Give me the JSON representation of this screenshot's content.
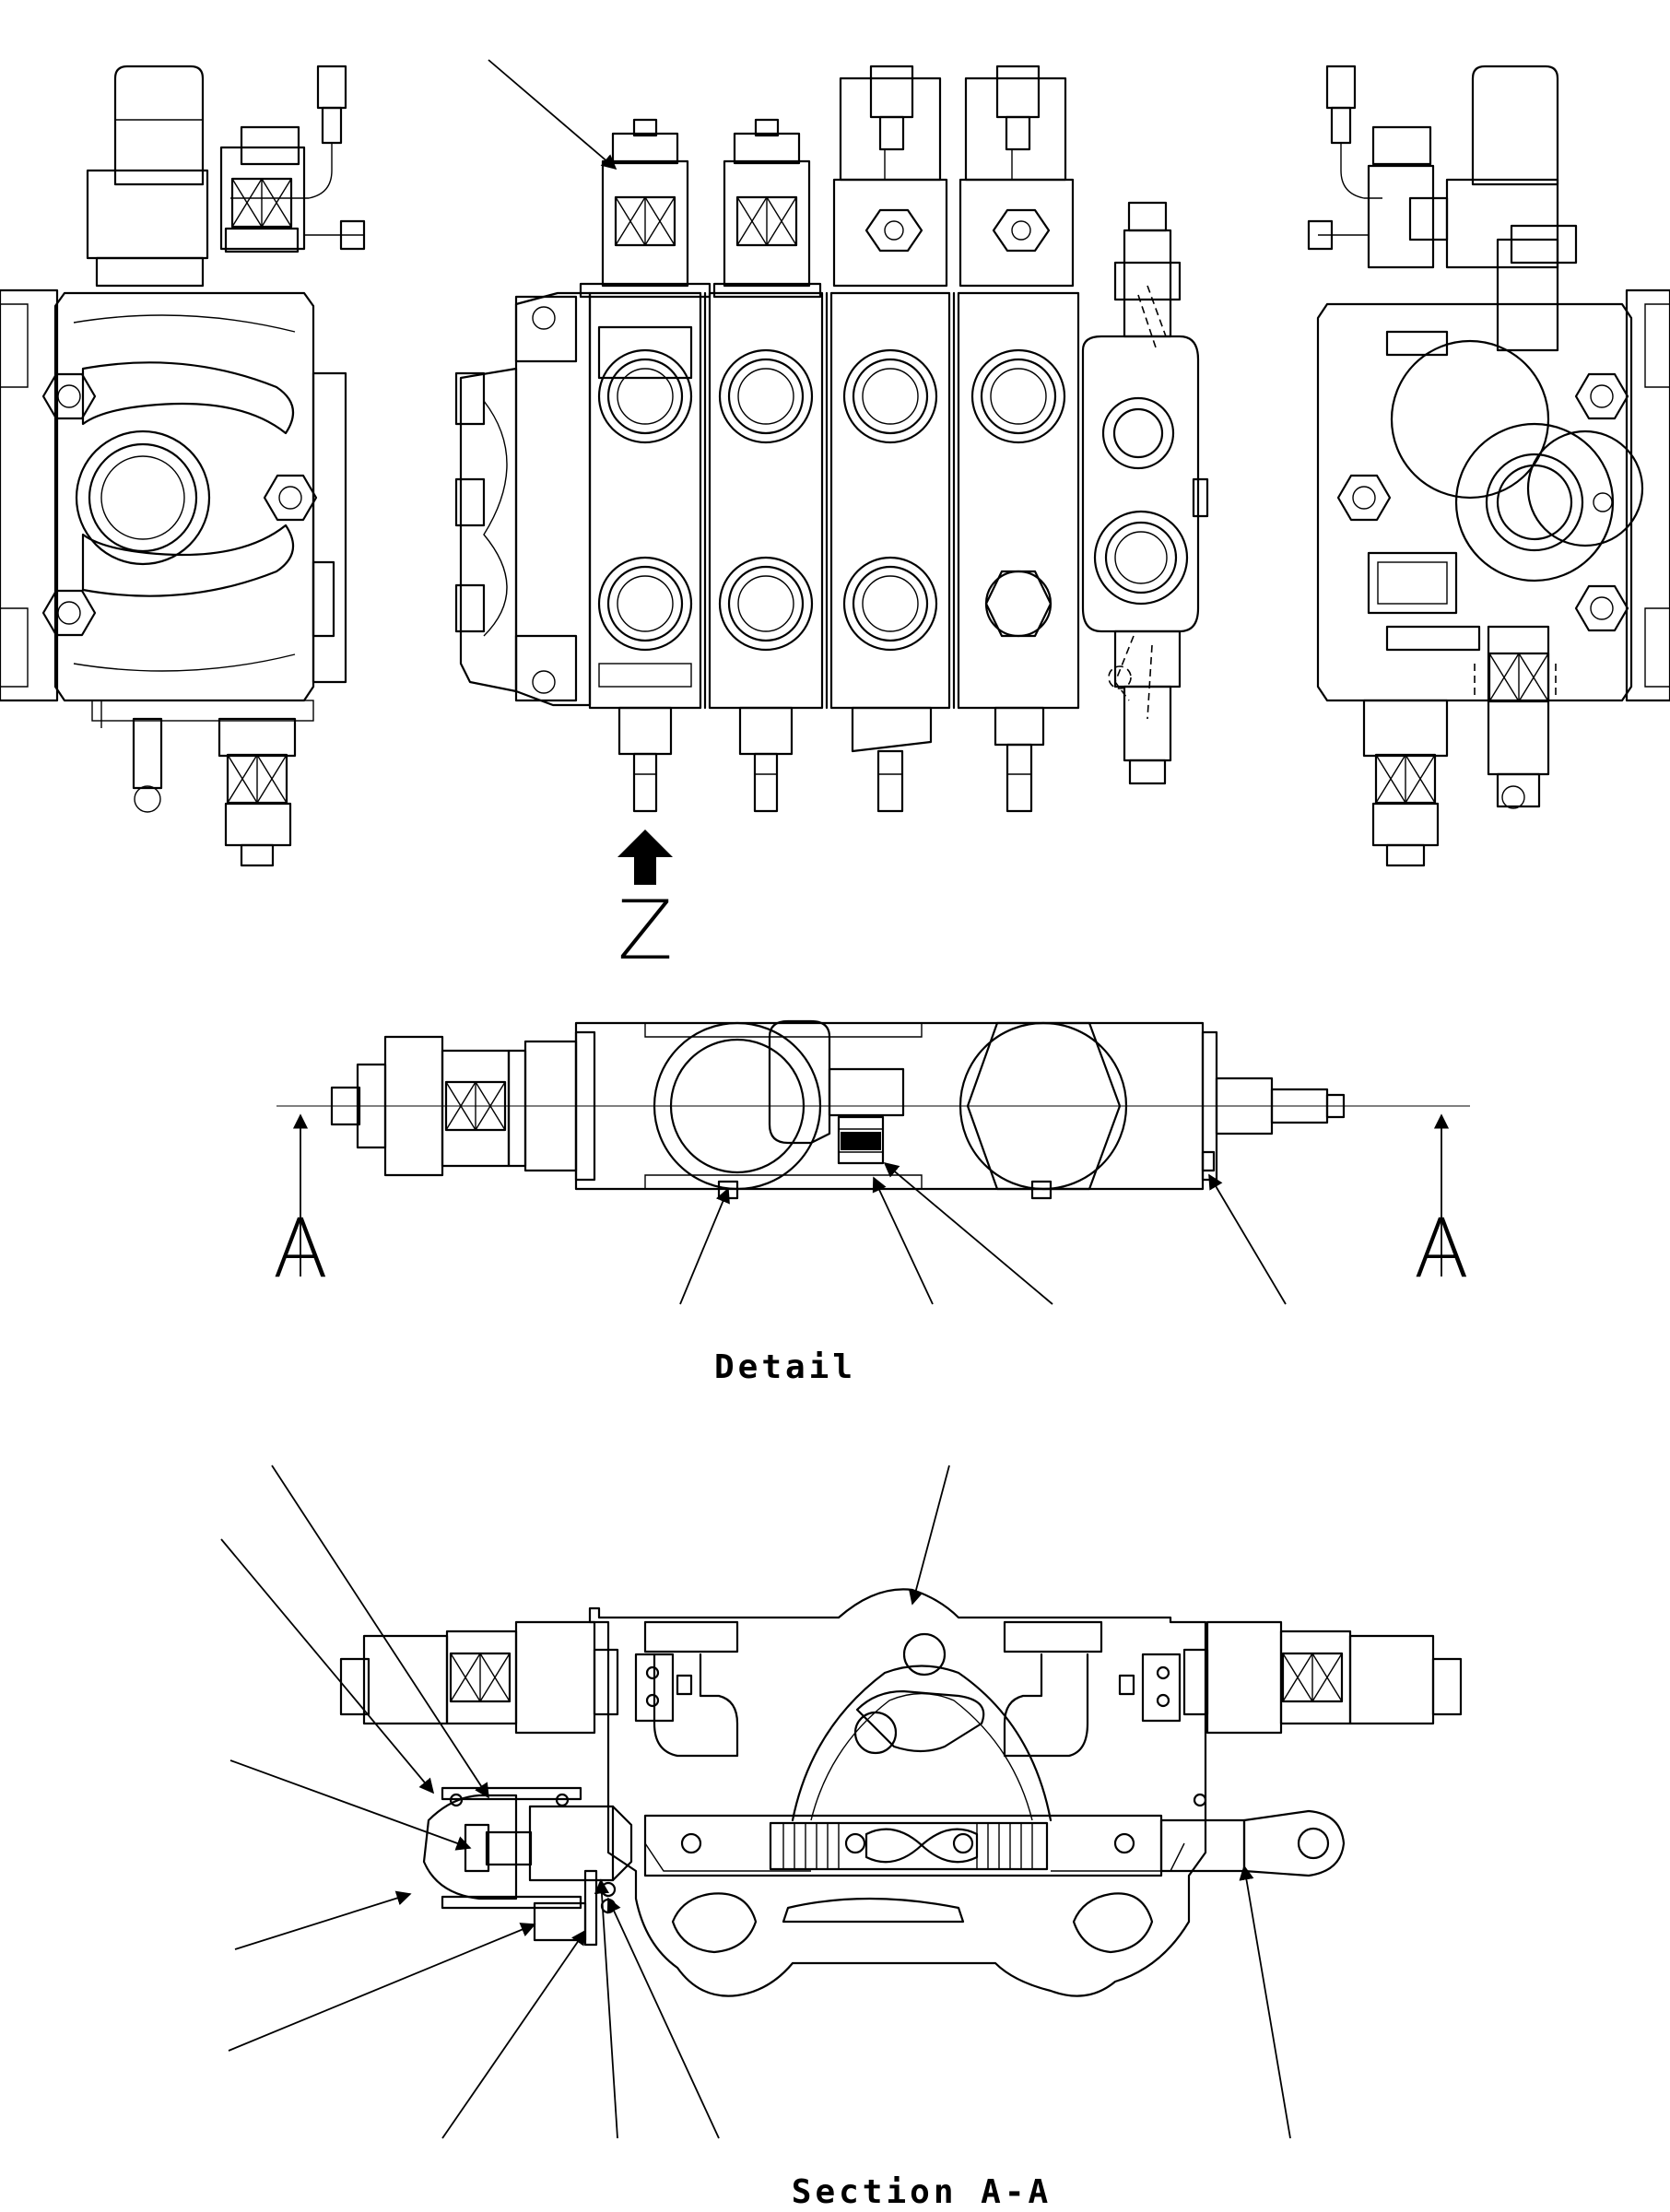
{
  "labels": {
    "view_arrow": "Z",
    "section_left": "A",
    "section_right": "A",
    "detail_caption": "Detail",
    "section_caption": "Section A-A"
  },
  "icons": {
    "view_arrow_icon": "solid-up-arrow",
    "section_arrow_icon": "thin-up-arrow"
  }
}
